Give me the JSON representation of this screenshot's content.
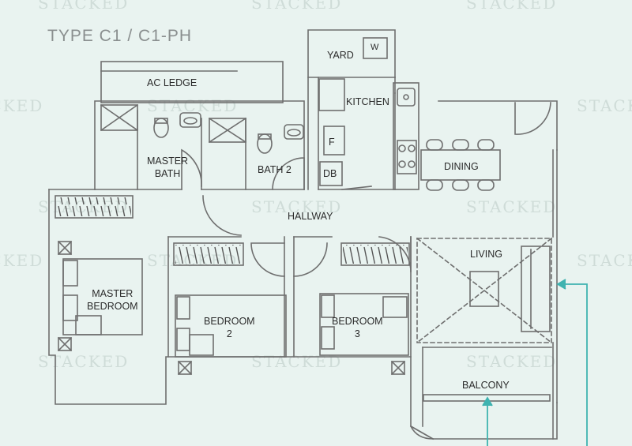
{
  "title": "TYPE C1 / C1-PH",
  "watermark": "STACKED",
  "rooms": {
    "yard": "YARD",
    "ac_ledge": "AC LEDGE",
    "kitchen": "KITCHEN",
    "master_bath": "MASTER\nBATH",
    "bath_2": "BATH 2",
    "fridge": "F",
    "db": "DB",
    "dining": "DINING",
    "hallway": "HALLWAY",
    "living": "LIVING",
    "master_bedroom": "MASTER\nBEDROOM",
    "bedroom_2": "BEDROOM\n2",
    "bedroom_3": "BEDROOM\n3",
    "balcony": "BALCONY",
    "washer": "W"
  },
  "colors": {
    "background": "#e9f3f0",
    "wall": "#6f6f6f",
    "watermark": "#cfdcd8",
    "pointer": "#3fb3b0",
    "title": "#8a8f8f"
  }
}
